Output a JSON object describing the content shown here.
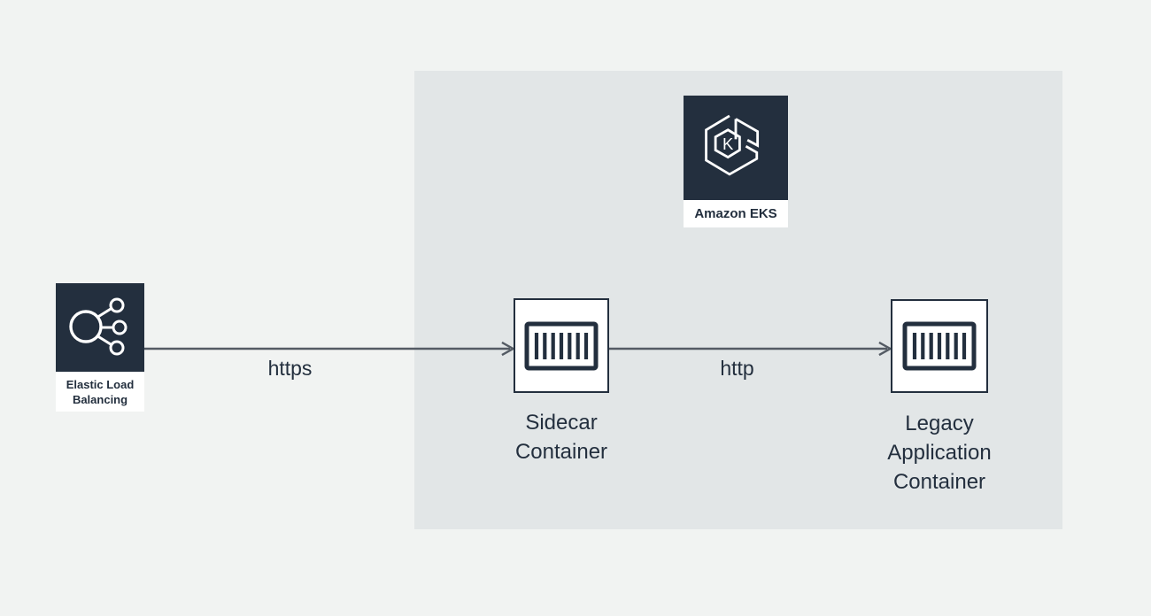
{
  "colors": {
    "page_bg": "#f1f3f2",
    "region_bg": "#e2e6e7",
    "navy": "#232f3e",
    "arrow": "#545b64",
    "white": "#ffffff"
  },
  "nodes": {
    "elb": {
      "label": "Elastic Load Balancing",
      "icon": "elastic-load-balancing-icon"
    },
    "eks": {
      "label": "Amazon EKS",
      "icon": "amazon-eks-icon",
      "glyph_letter": "K"
    },
    "sidecar": {
      "label": "Sidecar Container",
      "icon": "container-icon"
    },
    "legacy": {
      "label": "Legacy Application Container",
      "icon": "container-icon"
    }
  },
  "edges": {
    "elb_to_sidecar": {
      "label": "https"
    },
    "sidecar_to_legacy": {
      "label": "http"
    }
  }
}
